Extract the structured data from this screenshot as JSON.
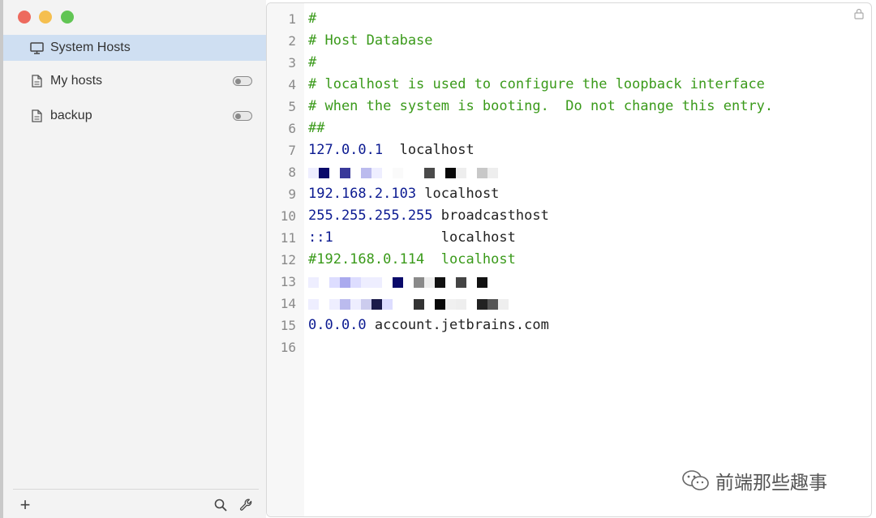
{
  "sidebar": {
    "items": [
      {
        "label": "System Hosts",
        "icon": "monitor-icon",
        "active": true
      },
      {
        "label": "My hosts",
        "icon": "document-icon",
        "toggle": "off"
      },
      {
        "label": "backup",
        "icon": "document-icon",
        "toggle": "off"
      }
    ],
    "footer": {
      "add_label": "+"
    }
  },
  "editor": {
    "lines": [
      {
        "n": "1",
        "text": "#"
      },
      {
        "n": "2",
        "text": "# Host Database"
      },
      {
        "n": "3",
        "text": "#"
      },
      {
        "n": "4",
        "text": "# localhost is used to configure the loopback interface"
      },
      {
        "n": "5",
        "text": "# when the system is booting.  Do not change this entry."
      },
      {
        "n": "6",
        "text": "##"
      },
      {
        "n": "7",
        "ip": "127.0.0.1",
        "host": "  localhost"
      },
      {
        "n": "8"
      },
      {
        "n": "9",
        "ip": "192.168.2.103",
        "host": " localhost"
      },
      {
        "n": "10",
        "ip": "255.255.255.255",
        "host": " broadcasthost"
      },
      {
        "n": "11",
        "ip": "::1",
        "host": "             localhost"
      },
      {
        "n": "12",
        "text": "#192.168.0.114  localhost"
      },
      {
        "n": "13"
      },
      {
        "n": "14"
      },
      {
        "n": "15",
        "ip": "0.0.0.0",
        "host": " account.jetbrains.com"
      },
      {
        "n": "16"
      }
    ]
  },
  "watermark": {
    "text": "前端那些趣事"
  },
  "colors": {
    "comment": "#3a9a1a",
    "ip": "#0b1a91",
    "active_item": "#cfdff2"
  }
}
